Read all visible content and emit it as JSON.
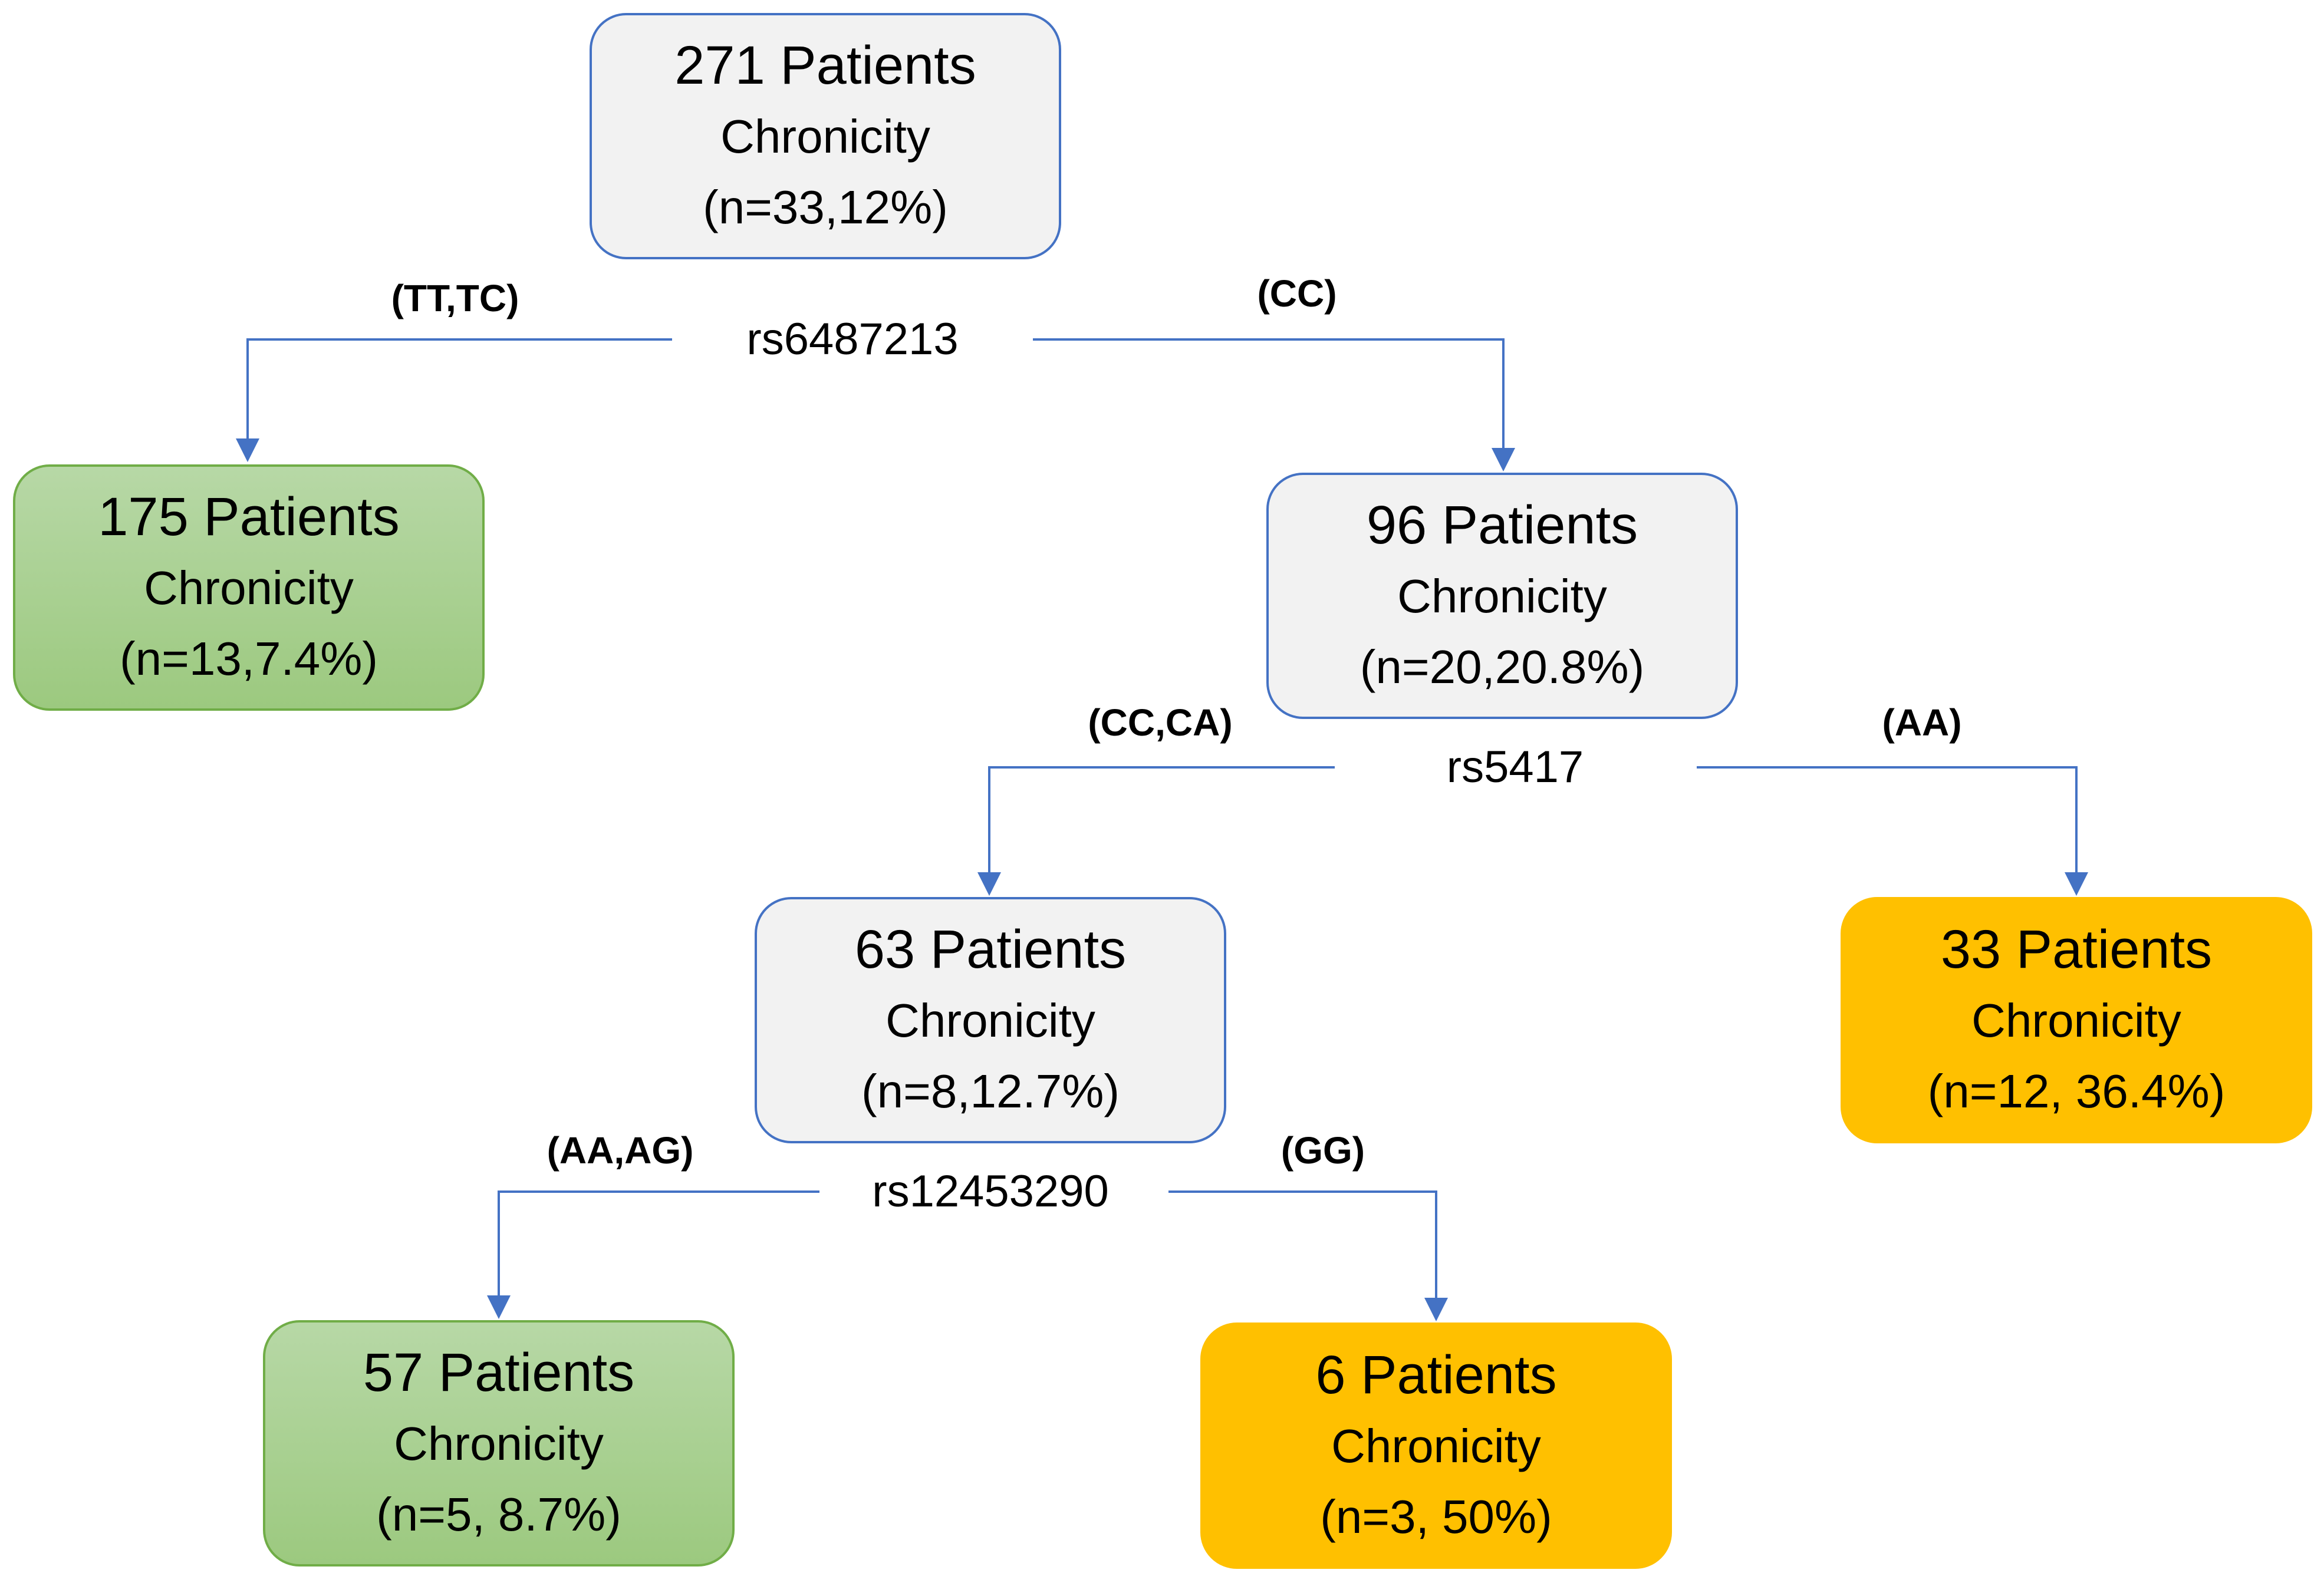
{
  "colors": {
    "connector": "#4472c4",
    "neutral_fill": "#f2f2f2",
    "neutral_border": "#4472c4",
    "green_fill": "#a9d18e",
    "green_border": "#70ad47",
    "orange_fill": "#ffc000"
  },
  "nodes": {
    "root": {
      "count": "271 Patients",
      "label": "Chronicity",
      "stat": "(n=33,12%)"
    },
    "tt_tc": {
      "count": "175 Patients",
      "label": "Chronicity",
      "stat": "(n=13,7.4%)"
    },
    "cc": {
      "count": "96 Patients",
      "label": "Chronicity",
      "stat": "(n=20,20.8%)"
    },
    "cc_ca": {
      "count": "63 Patients",
      "label": "Chronicity",
      "stat": "(n=8,12.7%)"
    },
    "aa": {
      "count": "33 Patients",
      "label": "Chronicity",
      "stat": "(n=12, 36.4%)"
    },
    "aa_ag": {
      "count": "57 Patients",
      "label": "Chronicity",
      "stat": "(n=5, 8.7%)"
    },
    "gg": {
      "count": "6 Patients",
      "label": "Chronicity",
      "stat": "(n=3, 50%)"
    }
  },
  "splits": {
    "s1": {
      "snp": "rs6487213",
      "left": "(TT,TC)",
      "right": "(CC)"
    },
    "s2": {
      "snp": "rs5417",
      "left": "(CC,CA)",
      "right": "(AA)"
    },
    "s3": {
      "snp": "rs12453290",
      "left": "(AA,AG)",
      "right": "(GG)"
    }
  }
}
